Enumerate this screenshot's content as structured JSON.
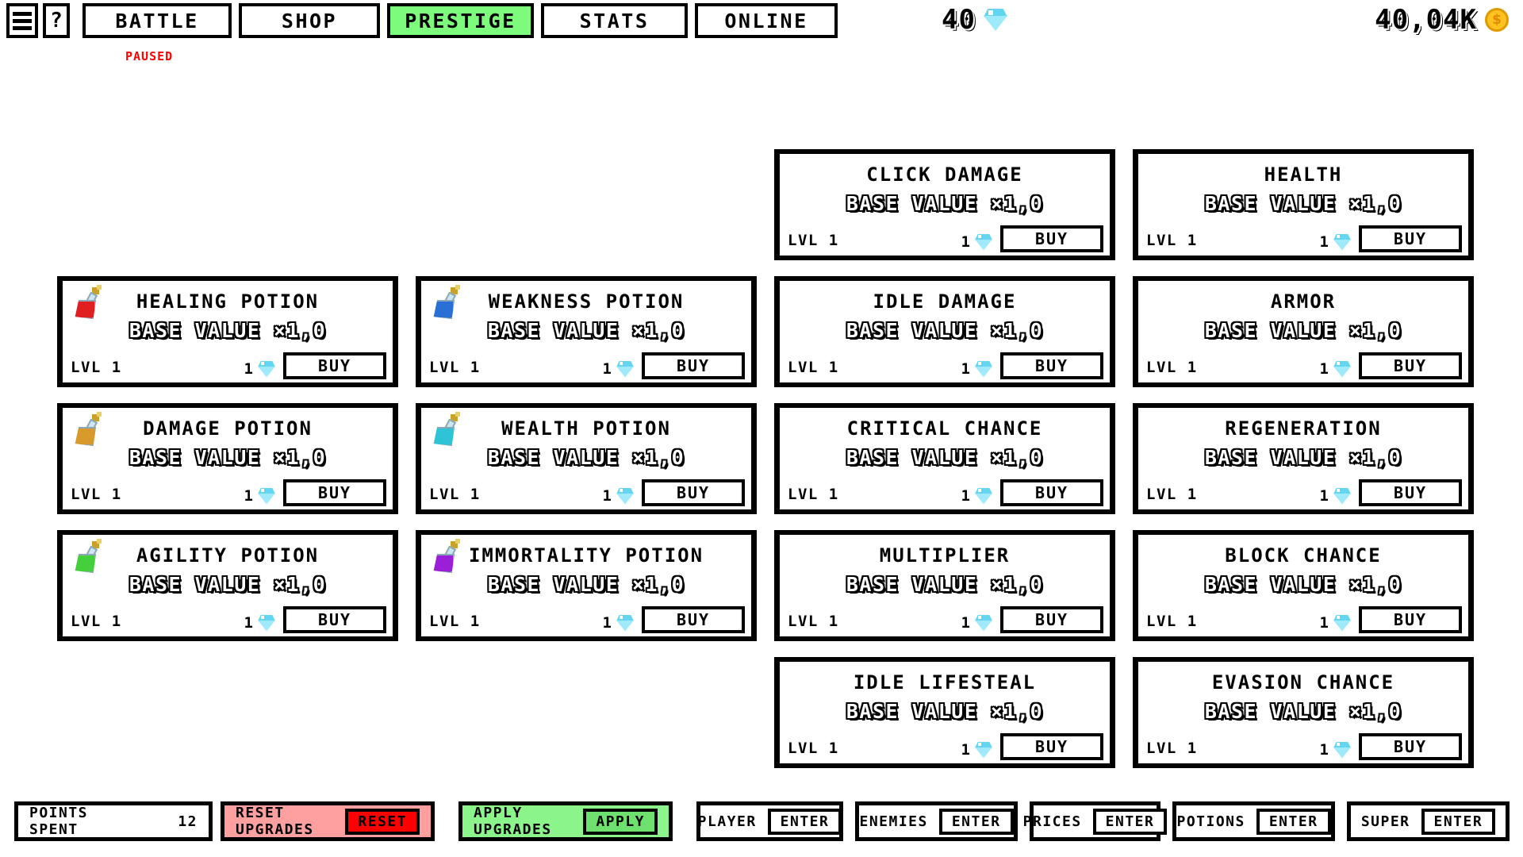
{
  "topbar": {
    "menu_icon": "hamburger-icon",
    "help_label": "?",
    "tabs": [
      {
        "label": "BATTLE",
        "active": false
      },
      {
        "label": "SHOP",
        "active": false
      },
      {
        "label": "PRESTIGE",
        "active": true
      },
      {
        "label": "STATS",
        "active": false
      },
      {
        "label": "ONLINE",
        "active": false
      }
    ],
    "paused_label": "PAUSED",
    "active_color": "#7dfb7d",
    "paused_color": "#ff0000"
  },
  "currencies": {
    "gems": {
      "value": "40",
      "icon": "gem-icon"
    },
    "coins": {
      "value": "40,04K",
      "icon": "coin-icon"
    }
  },
  "cards": [
    {
      "title": "CLICK DAMAGE",
      "sub": "BASE VALUE ×1,0",
      "lvl": "LVL 1",
      "cost": "1",
      "buy": "BUY",
      "icon": null,
      "col": 2,
      "row": 0
    },
    {
      "title": "HEALTH",
      "sub": "BASE VALUE ×1,0",
      "lvl": "LVL 1",
      "cost": "1",
      "buy": "BUY",
      "icon": null,
      "col": 3,
      "row": 0
    },
    {
      "title": "HEALING POTION",
      "sub": "BASE VALUE ×1,0",
      "lvl": "LVL 1",
      "cost": "1",
      "buy": "BUY",
      "icon": "#e02020",
      "col": 0,
      "row": 1
    },
    {
      "title": "WEAKNESS POTION",
      "sub": "BASE VALUE ×1,0",
      "lvl": "LVL 1",
      "cost": "1",
      "buy": "BUY",
      "icon": "#2a6fd6",
      "col": 1,
      "row": 1
    },
    {
      "title": "IDLE DAMAGE",
      "sub": "BASE VALUE ×1,0",
      "lvl": "LVL 1",
      "cost": "1",
      "buy": "BUY",
      "icon": null,
      "col": 2,
      "row": 1
    },
    {
      "title": "ARMOR",
      "sub": "BASE VALUE ×1,0",
      "lvl": "LVL 1",
      "cost": "1",
      "buy": "BUY",
      "icon": null,
      "col": 3,
      "row": 1
    },
    {
      "title": "DAMAGE POTION",
      "sub": "BASE VALUE ×1,0",
      "lvl": "LVL 1",
      "cost": "1",
      "buy": "BUY",
      "icon": "#d79a2b",
      "col": 0,
      "row": 2
    },
    {
      "title": "WEALTH POTION",
      "sub": "BASE VALUE ×1,0",
      "lvl": "LVL 1",
      "cost": "1",
      "buy": "BUY",
      "icon": "#2ec4d6",
      "col": 1,
      "row": 2
    },
    {
      "title": "CRITICAL CHANCE",
      "sub": "BASE VALUE ×1,0",
      "lvl": "LVL 1",
      "cost": "1",
      "buy": "BUY",
      "icon": null,
      "col": 2,
      "row": 2
    },
    {
      "title": "REGENERATION",
      "sub": "BASE VALUE ×1,0",
      "lvl": "LVL 1",
      "cost": "1",
      "buy": "BUY",
      "icon": null,
      "col": 3,
      "row": 2
    },
    {
      "title": "AGILITY POTION",
      "sub": "BASE VALUE ×1,0",
      "lvl": "LVL 1",
      "cost": "1",
      "buy": "BUY",
      "icon": "#46cf3c",
      "col": 0,
      "row": 3
    },
    {
      "title": "IMMORTALITY POTION",
      "sub": "BASE VALUE ×1,0",
      "lvl": "LVL 1",
      "cost": "1",
      "buy": "BUY",
      "icon": "#9b1fd6",
      "col": 1,
      "row": 3
    },
    {
      "title": "MULTIPLIER",
      "sub": "BASE VALUE ×1,0",
      "lvl": "LVL 1",
      "cost": "1",
      "buy": "BUY",
      "icon": null,
      "col": 2,
      "row": 3
    },
    {
      "title": "BLOCK CHANCE",
      "sub": "BASE VALUE ×1,0",
      "lvl": "LVL 1",
      "cost": "1",
      "buy": "BUY",
      "icon": null,
      "col": 3,
      "row": 3
    },
    {
      "title": "IDLE LIFESTEAL",
      "sub": "BASE VALUE ×1,0",
      "lvl": "LVL 1",
      "cost": "1",
      "buy": "BUY",
      "icon": null,
      "col": 2,
      "row": 4
    },
    {
      "title": "EVASION CHANCE",
      "sub": "BASE VALUE ×1,0",
      "lvl": "LVL 1",
      "cost": "1",
      "buy": "BUY",
      "icon": null,
      "col": 3,
      "row": 4
    }
  ],
  "bottombar": {
    "points_spent": {
      "label": "POINTS SPENT",
      "value": "12"
    },
    "reset": {
      "label": "RESET UPGRADES",
      "button": "RESET",
      "bg": "#ffa0a0",
      "btn_bg": "#ff0000"
    },
    "apply": {
      "label": "APPLY UPGRADES",
      "button": "APPLY",
      "bg": "#8bf58b",
      "btn_bg": "#6ee06e"
    },
    "entries": [
      {
        "label": "PLAYER",
        "button": "ENTER"
      },
      {
        "label": "ENEMIES",
        "button": "ENTER"
      },
      {
        "label": "PRICES",
        "button": "ENTER"
      },
      {
        "label": "POTIONS",
        "button": "ENTER"
      },
      {
        "label": "SUPER",
        "button": "ENTER"
      }
    ]
  }
}
